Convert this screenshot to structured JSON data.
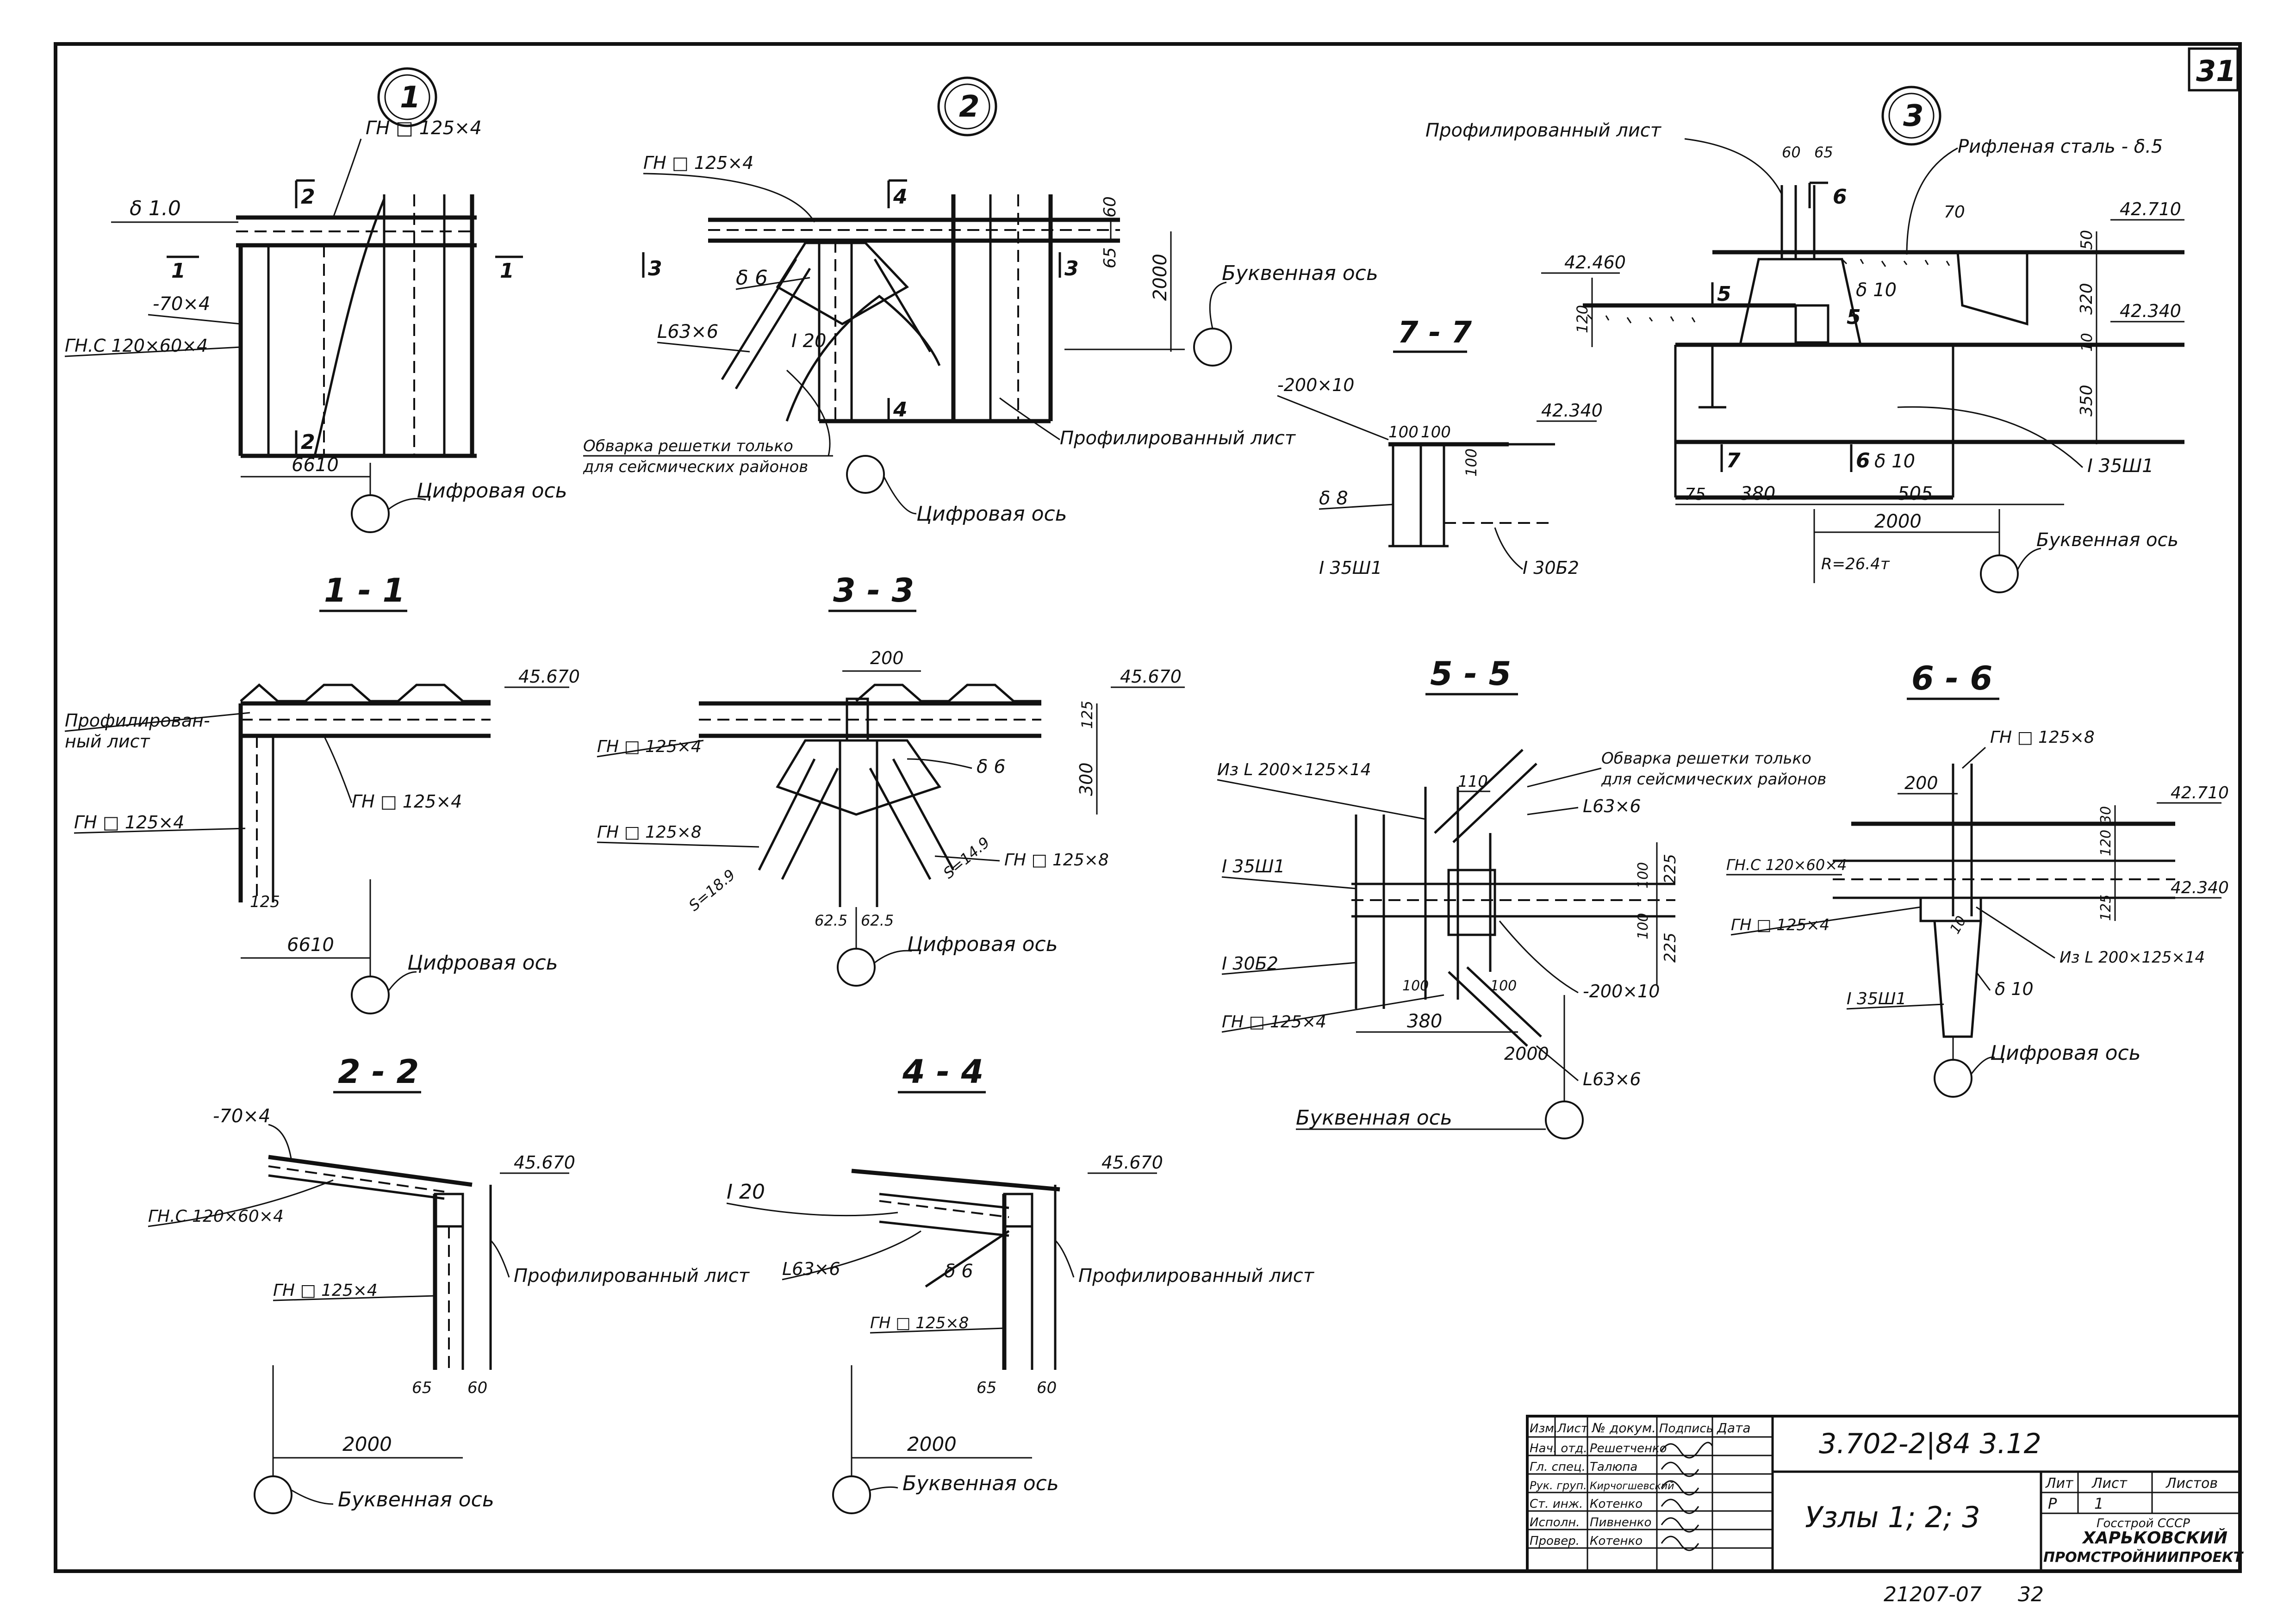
{
  "sheet": {
    "number": "31",
    "bottom_code": "21207-07",
    "bottom_page": "32"
  },
  "nodes": {
    "n1": "1",
    "n2": "2",
    "n3": "3"
  },
  "sections": {
    "s11": "1 - 1",
    "s22": "2 - 2",
    "s33": "3 - 3",
    "s44": "4 - 4",
    "s55": "5 - 5",
    "s66": "6 - 6",
    "s77": "7 - 7"
  },
  "labels": {
    "prof_list": "Профилированный лист",
    "prof_list_a": "Профилирован-",
    "prof_list_b": "ный лист",
    "rifl": "Рифленая сталь - δ.5",
    "bukv": "Буквенная ось",
    "cifr": "Цифровая ось",
    "obvarka_a": "Обварка решетки только",
    "obvarka_b": "для сейсмических районов",
    "gn125x4": "ГН □ 125×4",
    "gn125x8": "ГН □ 125×8",
    "gnc120": "ГН.С 120×60×4",
    "strip70": "-70×4",
    "strip200": "-200×10",
    "d10": "δ 1.0",
    "d6": "δ 6",
    "d8": "δ 8",
    "d10b": "δ 10",
    "l63": "L63×6",
    "i20": "I 20",
    "i35": "I 35Ш1",
    "i30": "I 30Б2",
    "l200": "Из L 200×125×14",
    "reaction": "R=26.4т",
    "s189": "S=18.9",
    "s149": "S=14.9"
  },
  "dims": {
    "d6610": "6610",
    "d2000": "2000",
    "d60": "60",
    "d65": "65",
    "d200": "200",
    "d125": "125",
    "d300": "300",
    "d625a": "62.5",
    "d625b": "62.5",
    "d110": "110",
    "d100": "100",
    "d225": "225",
    "d380": "380",
    "d505": "505",
    "d75": "75",
    "d320": "320",
    "d350": "350",
    "d120": "120",
    "d50": "50",
    "d70": "70",
    "d10": "10",
    "d30": "30",
    "d60b": "60",
    "d65b": "65",
    "e45670": "45.670",
    "e42710": "42.710",
    "e42340": "42.340",
    "e42460": "42.460"
  },
  "stamp": {
    "hdr_izm": "Изм.",
    "hdr_list": "Лист",
    "hdr_doc": "№ докум.",
    "hdr_sign": "Подпись",
    "hdr_date": "Дата",
    "r1_role": "Нач. отд.",
    "r1_name": "Решетченко",
    "r2_role": "Гл. спец.",
    "r2_name": "Талюпа",
    "r3_role": "Рук. груп.",
    "r3_name": "Кирчогшевский",
    "r4_role": "Ст. инж.",
    "r4_name": "Котенко",
    "r5_role": "Исполн.",
    "r5_name": "Пивненко",
    "r6_role": "Провер.",
    "r6_name": "Котенко",
    "code": "3.702-2|84 3.12",
    "title": "Узлы 1; 2; 3",
    "lit_hdr": "Лит",
    "sheet_hdr": "Лист",
    "sheets_hdr": "Листов",
    "lit_val": "Р",
    "sheet_val": "1",
    "org1": "Госстрой СССР",
    "org2": "ХАРЬКОВСКИЙ",
    "org3": "ПРОМСТРОЙНИИПРОЕКТ"
  }
}
